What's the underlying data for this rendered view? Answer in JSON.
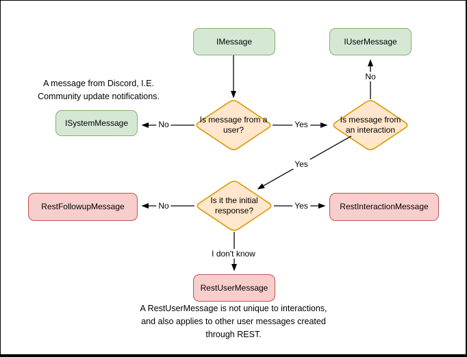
{
  "colors": {
    "background": "#ffffff",
    "frame-border": "#000000",
    "edge": "#000000",
    "green-fill": "#d5e8d4",
    "green-stroke": "#82b366",
    "orange-fill": "#ffe6cc",
    "orange-stroke": "#d79b00",
    "red-fill": "#f8cecc",
    "red-stroke": "#b85450"
  },
  "nodes": {
    "imessage": {
      "label": "IMessage"
    },
    "iusermessage": {
      "label": "IUserMessage"
    },
    "isystemmessage": {
      "label": "ISystemMessage"
    },
    "restfollowupmessage": {
      "label": "RestFollowupMessage"
    },
    "restinteractionmessage": {
      "label": "RestInteractionMessage"
    },
    "restusermessage": {
      "label": "RestUserMessage"
    }
  },
  "decisions": {
    "from_user": {
      "label": "Is message from a user?"
    },
    "from_interaction": {
      "label": "Is message from an interaction"
    },
    "initial_response": {
      "label": "Is it the initial response?"
    }
  },
  "edge_labels": {
    "from_user_no": "No",
    "from_user_yes": "Yes",
    "from_interaction_no": "No",
    "from_interaction_yes": "Yes",
    "initial_no": "No",
    "initial_yes": "Yes",
    "initial_unknown": "I don't know"
  },
  "annotations": {
    "system_note_lines": [
      "A message from Discord, I.E.",
      "Community update notifications."
    ],
    "rest_note_lines": [
      "A RestUserMessage is not unique to interactions,",
      "and also applies to other user messages created",
      "through REST."
    ]
  }
}
